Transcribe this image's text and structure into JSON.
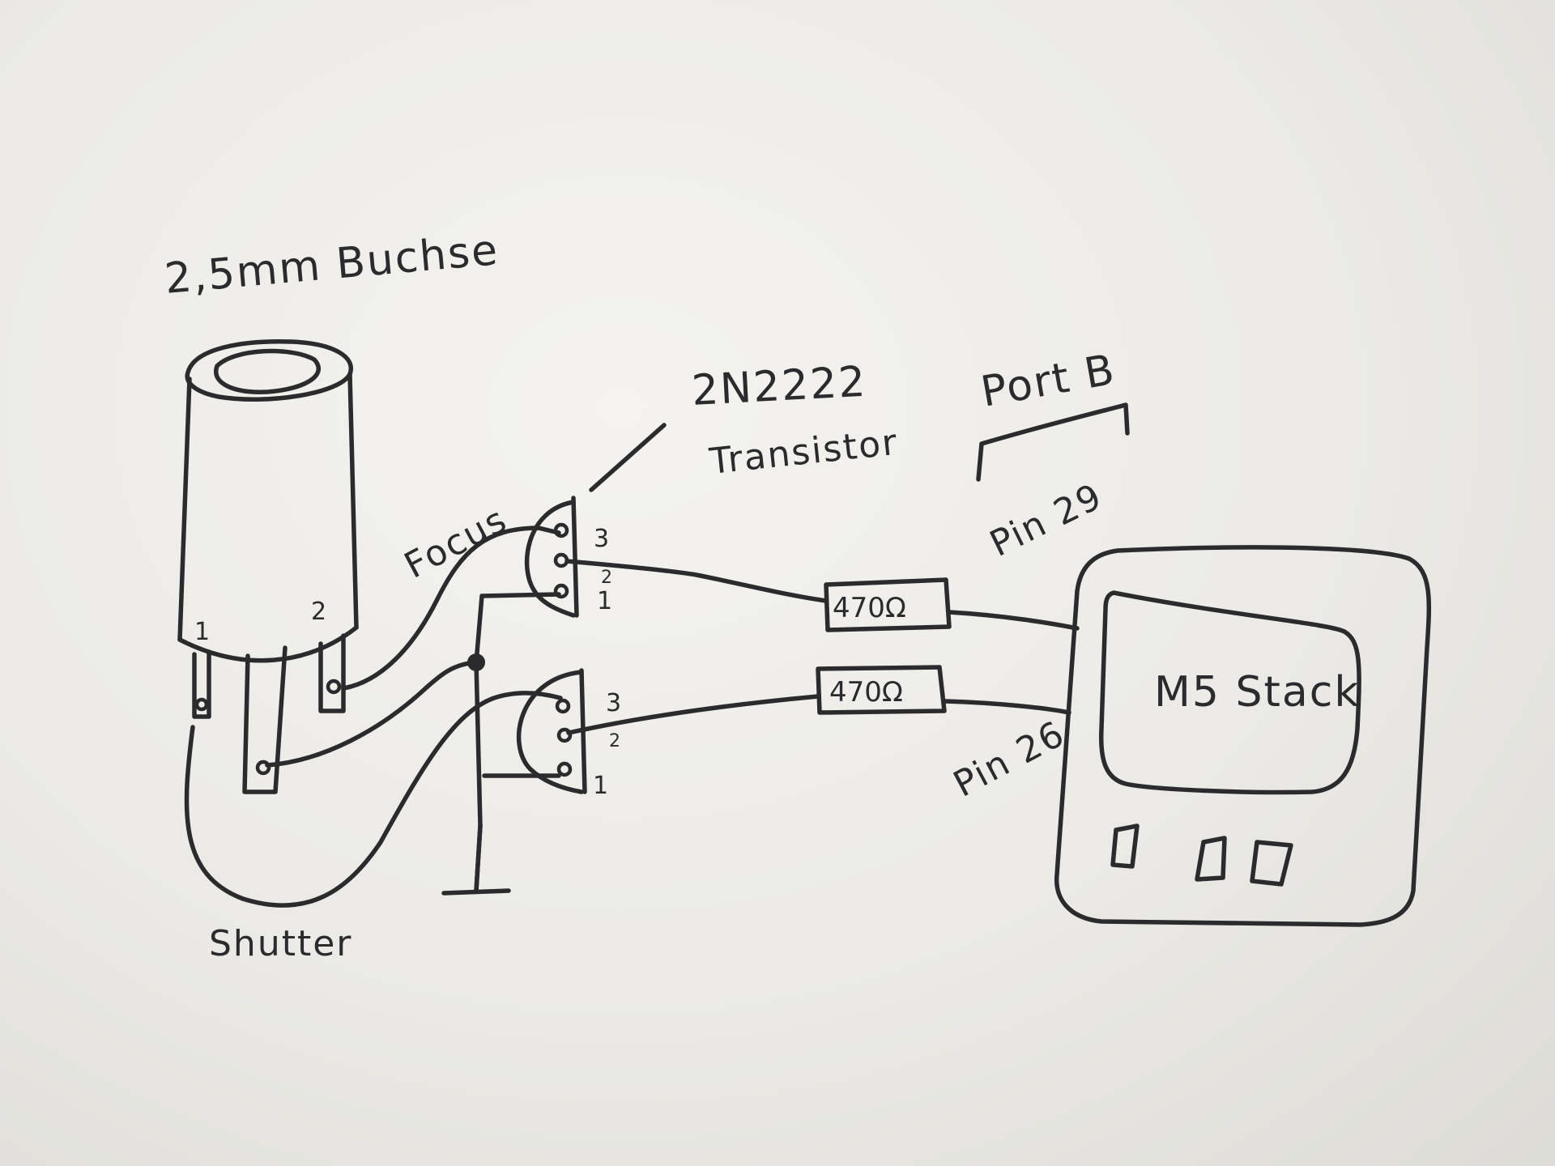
{
  "labels": {
    "jack": "2,5mm Buchse",
    "jack_pin_1": "1",
    "jack_pin_2": "2",
    "focus": "Focus",
    "shutter": "Shutter",
    "transistor_model": "2N2222",
    "transistor_word": "Transistor",
    "transistor_pin_3a": "3",
    "transistor_pin_2a": "2",
    "transistor_pin_1a": "1",
    "transistor_pin_3b": "3",
    "transistor_pin_2b": "2",
    "transistor_pin_1b": "1",
    "resistor_top": "470Ω",
    "resistor_bottom": "470Ω",
    "port": "Port B",
    "pin_top": "Pin 29",
    "pin_bottom": "Pin 26",
    "device": "M5 Stack"
  },
  "colors": {
    "ink": "#2b2b2d",
    "paper": "#eeede9"
  }
}
